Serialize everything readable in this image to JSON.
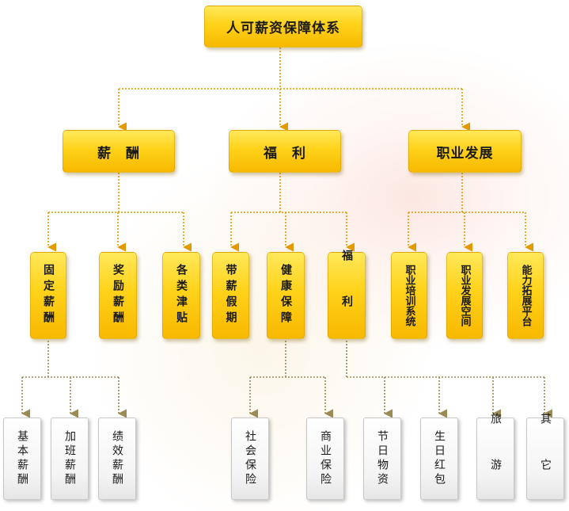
{
  "root": {
    "label": "人可薪资保障体系"
  },
  "level1": [
    {
      "label": "薪　酬"
    },
    {
      "label": "福　利"
    },
    {
      "label": "职业发展"
    }
  ],
  "level2": [
    {
      "label": "固定薪酬"
    },
    {
      "label": "奖励薪酬"
    },
    {
      "label": "各类津贴"
    },
    {
      "label": "带薪假期"
    },
    {
      "label": "健康保障"
    },
    {
      "label": "福利"
    },
    {
      "label": "职业培训系统"
    },
    {
      "label": "职业发展空间"
    },
    {
      "label": "能力拓展平台"
    }
  ],
  "level3": [
    {
      "label": "基本薪酬"
    },
    {
      "label": "加班薪酬"
    },
    {
      "label": "绩效薪酬"
    },
    {
      "label": "社会保险"
    },
    {
      "label": "商业保险"
    },
    {
      "label": "节日物资"
    },
    {
      "label": "生日红包"
    },
    {
      "label": "旅游"
    },
    {
      "label": "其它"
    }
  ],
  "colors": {
    "gold_top": "#ffe85a",
    "gold_bottom": "#f8b800",
    "connector": "#e39a00",
    "leaf_border": "#c8c8c8"
  }
}
